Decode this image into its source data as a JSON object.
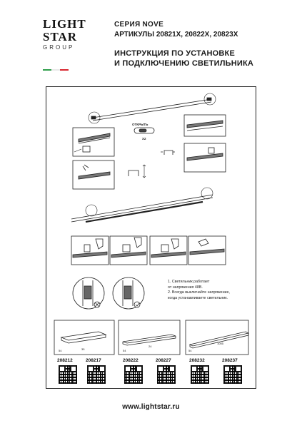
{
  "brand": {
    "line1": "LIGHT",
    "line2": "STAR",
    "line3": "GROUP",
    "flag_colors": [
      "#2e9e4a",
      "#ffffff",
      "#d8262e"
    ]
  },
  "header": {
    "series": "СЕРИЯ NOVE",
    "articles": "АРТИКУЛЫ 20821X, 20822X, 20823X",
    "title_line1": "ИНСТРУКЦИЯ ПО УСТАНОВКЕ",
    "title_line2": "И ПОДКЛЮЧЕНИЮ СВЕТИЛЬНИКА"
  },
  "step2": {
    "open_label": "ОТКРЫТЬ",
    "count_label": "X2"
  },
  "notes": {
    "line1": "1. Светильник работает",
    "line2": "от напряжения 48В.",
    "line3": "2. Всегда выключайте напряжение,",
    "line4": "когда устанавливаете светильник."
  },
  "dimensions": {
    "width_label": "54",
    "len1": "35",
    "len2": "24",
    "len3": "1005"
  },
  "products": [
    {
      "a": "208212",
      "b": "208217"
    },
    {
      "a": "208222",
      "b": "208227"
    },
    {
      "a": "208232",
      "b": "208237"
    }
  ],
  "footer": {
    "website": "www.lightstar.ru"
  }
}
